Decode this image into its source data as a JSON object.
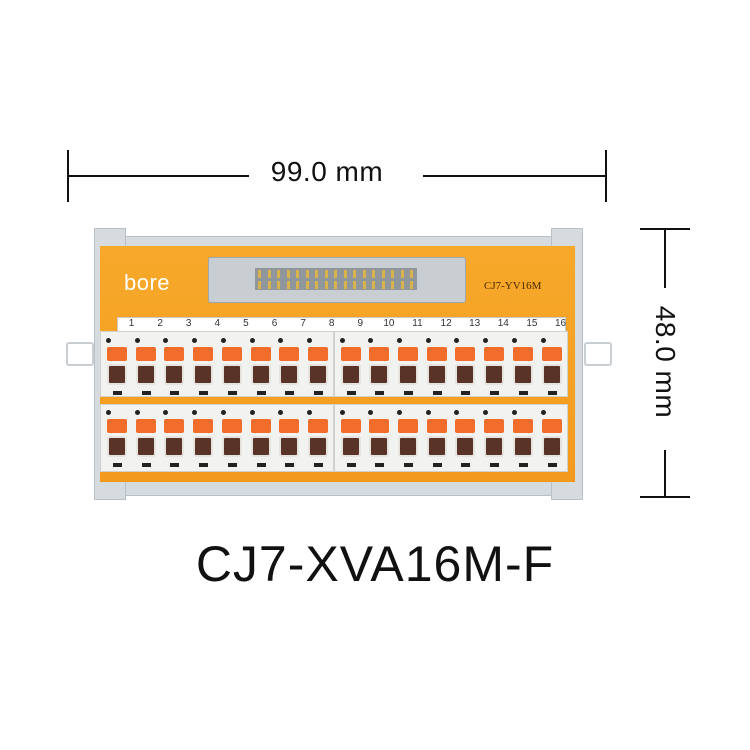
{
  "dimensions": {
    "width_label": "99.0 mm",
    "height_label": "48.0 mm"
  },
  "product": {
    "brand": "bore",
    "pcb_model": "CJ7-YV16M",
    "model_name": "CJ7-XVA16M-F",
    "terminal_numbers": [
      "1",
      "2",
      "3",
      "4",
      "5",
      "6",
      "7",
      "8",
      "9",
      "10",
      "11",
      "12",
      "13",
      "14",
      "15",
      "16"
    ],
    "colors": {
      "pcb": "#f39a1e",
      "lever": "#f26c2c",
      "housing": "#f2f2f0",
      "rail": "#d6dbe0"
    }
  }
}
